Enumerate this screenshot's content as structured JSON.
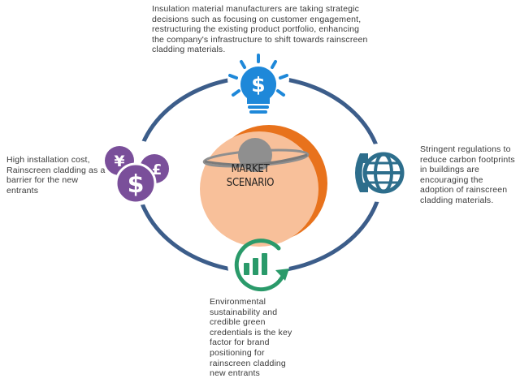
{
  "center": {
    "line1": "MARKET",
    "line2": "SCENARIO"
  },
  "nodes": {
    "top": {
      "icon": "dollar-lightbulb-icon",
      "text": "Insulation material manufacturers are taking strategic decisions such as focusing on customer engagement, restructuring the existing product portfolio, enhancing the company's infrastructure to shift towards rainscreen cladding materials."
    },
    "left": {
      "icon": "currency-coins-icon",
      "text": "High installation cost, Rainscreen cladding as a barrier for the new entrants"
    },
    "right": {
      "icon": "globe-phone-icon",
      "text": "Stringent regulations to reduce carbon footprints in buildings are encouraging the adoption of rainscreen cladding materials."
    },
    "bottom": {
      "icon": "growth-chart-icon",
      "text": "Environmental sustainability and credible green credentials is the key factor for brand positioning for rainscreen cladding new entrants"
    }
  },
  "colors": {
    "ring": "#3c5d8a",
    "center_fill": "#f8c09a",
    "center_accent": "#e8721c",
    "planet": "#8f8f8f",
    "bulb": "#1e88d9",
    "coins": "#7a4f9a",
    "globe": "#2d6e8c",
    "growth": "#2a9a6a"
  }
}
